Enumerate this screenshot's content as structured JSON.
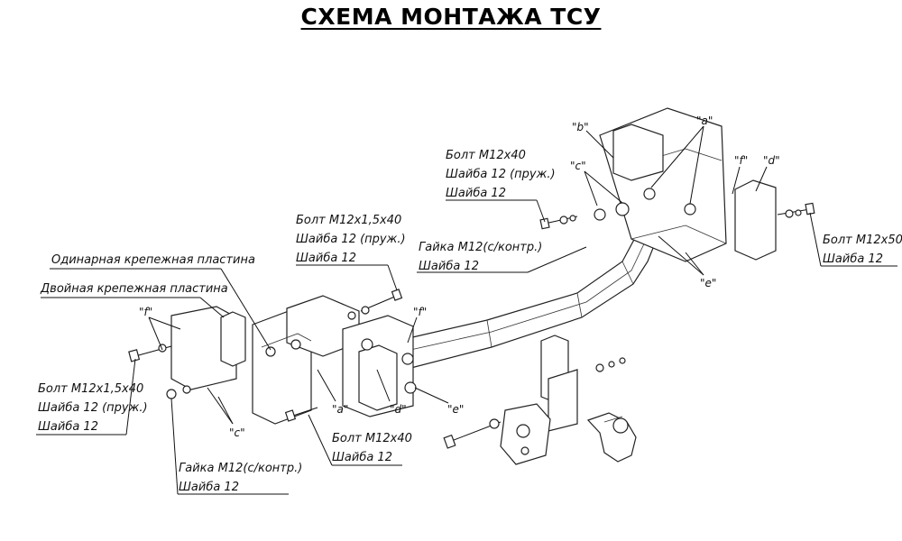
{
  "title": "СХЕМА МОНТАЖА ТСУ",
  "callouts": {
    "single_plate": "Одинарная крепежная пластина",
    "double_plate": "Двойная крепежная пластина",
    "left_bolt": [
      "Болт М12х1,5х40",
      "Шайба 12 (пруж.)",
      "Шайба 12"
    ],
    "left_nut": [
      "Гайка М12(с/контр.)",
      "Шайба 12"
    ],
    "center_bolt_top": [
      "Болт М12х1,5х40",
      "Шайба 12 (пруж.)",
      "Шайба 12"
    ],
    "center_bolt_bottom": [
      "Болт М12х40",
      "Шайба 12"
    ],
    "center_nut": [
      "Гайка М12(с/контр.)",
      "Шайба 12"
    ],
    "top_bolt": [
      "Болт М12х40",
      "Шайба 12 (пруж.)",
      "Шайба 12"
    ],
    "right_bolt": [
      "Болт М12х50",
      "Шайба 12"
    ]
  },
  "marks": {
    "b": "\"b\"",
    "a": "\"a\"",
    "c": "\"c\"",
    "f": "\"f\"",
    "d": "\"d\"",
    "e": "\"e\""
  }
}
